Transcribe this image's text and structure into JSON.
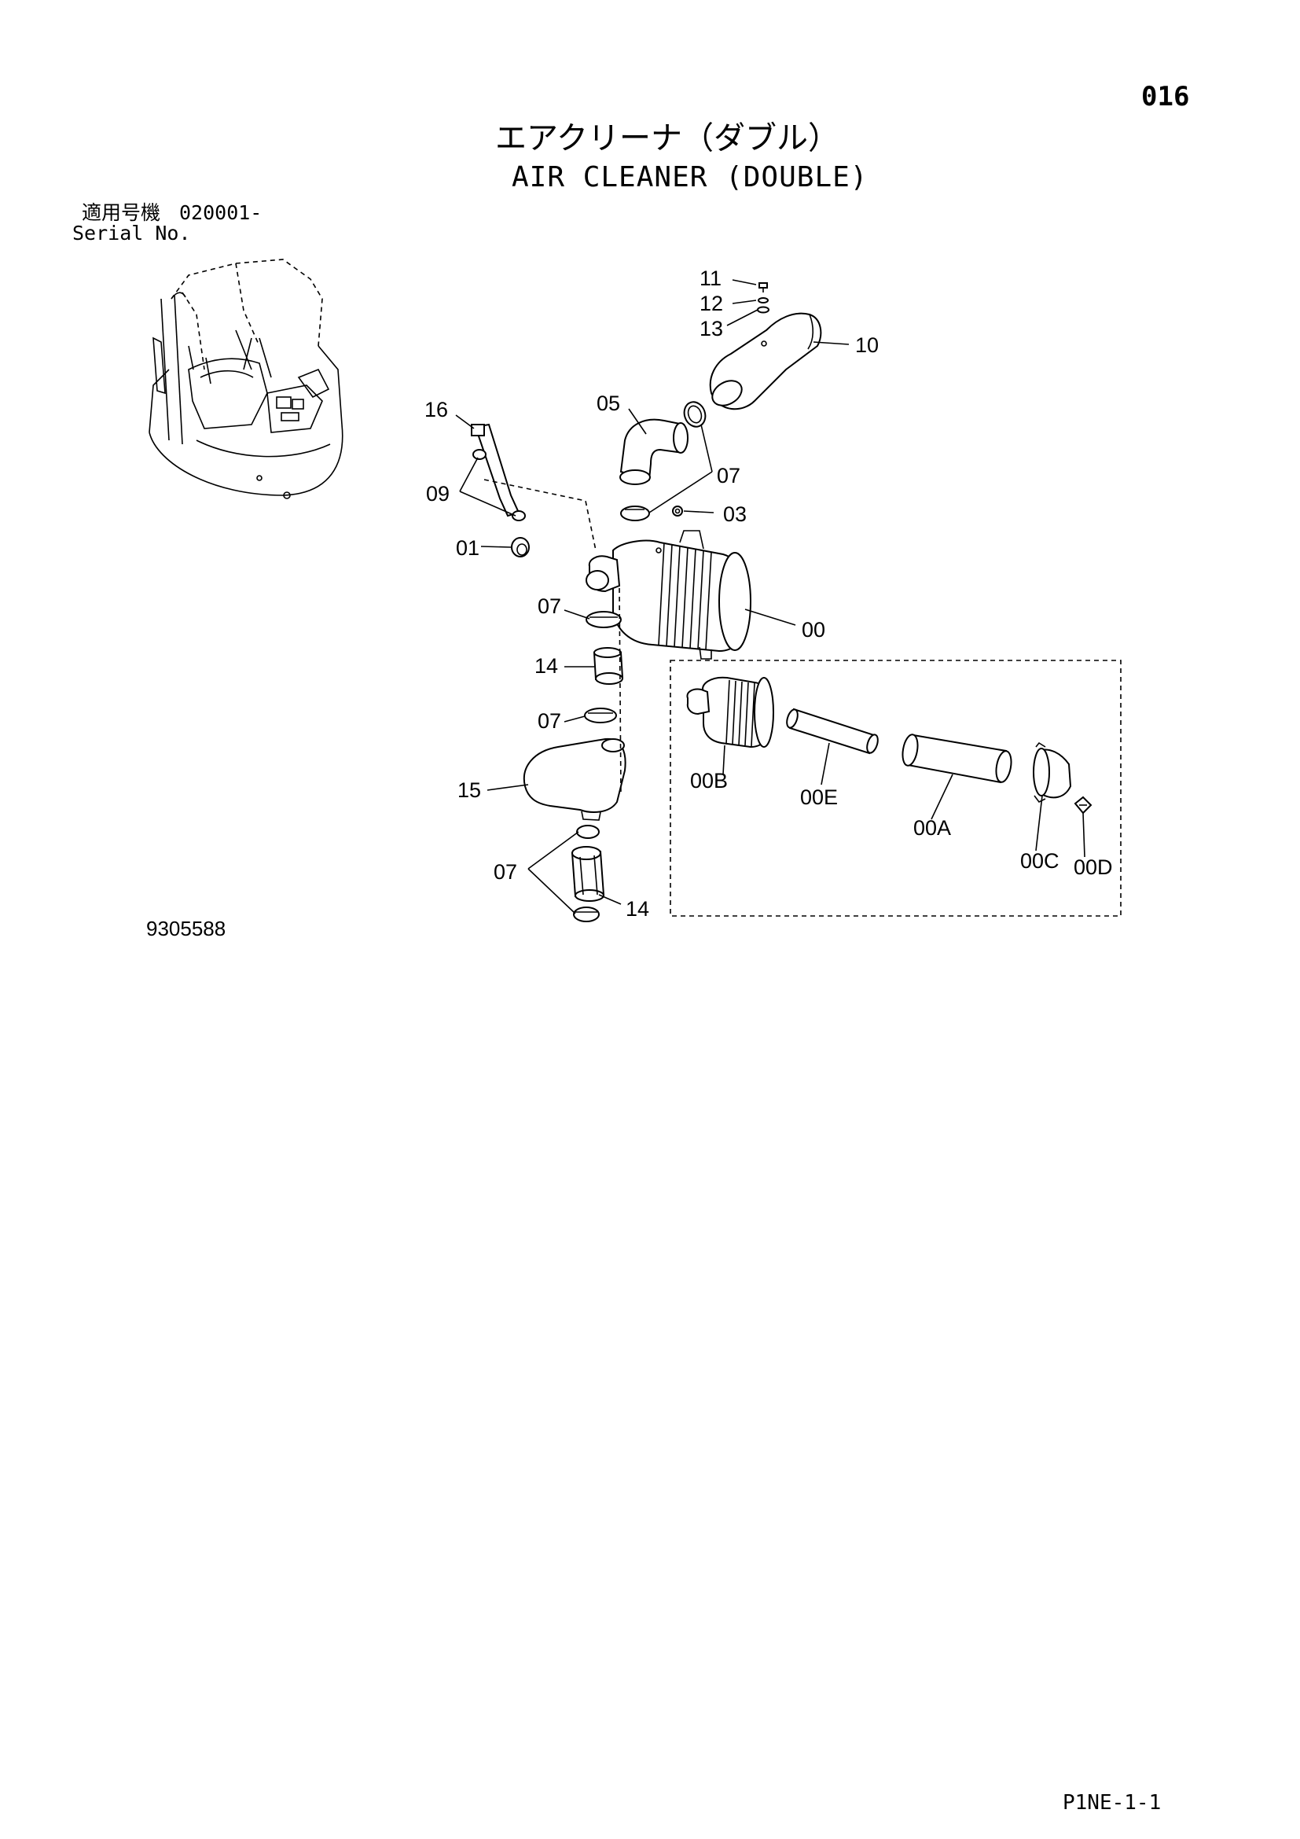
{
  "header": {
    "page_number": "016",
    "title_jp": "エアクリーナ（ダブル）",
    "title_en": "AIR CLEANER (DOUBLE)",
    "serial_label_jp": "適用号機",
    "serial_value": "020001-",
    "serial_label_en": "Serial No."
  },
  "diagram": {
    "callouts": {
      "p11": "11",
      "p12": "12",
      "p13": "13",
      "p10": "10",
      "p16": "16",
      "p05": "05",
      "p07a": "07",
      "p09": "09",
      "p03": "03",
      "p01": "01",
      "p07b": "07",
      "p00": "00",
      "p14a": "14",
      "p07c": "07",
      "p15": "15",
      "p07d": "07",
      "p14b": "14",
      "p00B": "00B",
      "p00E": "00E",
      "p00A": "00A",
      "p00C": "00C",
      "p00D": "00D"
    }
  },
  "footer": {
    "drawing_number": "9305588",
    "page_code": "P1NE-1-1"
  }
}
